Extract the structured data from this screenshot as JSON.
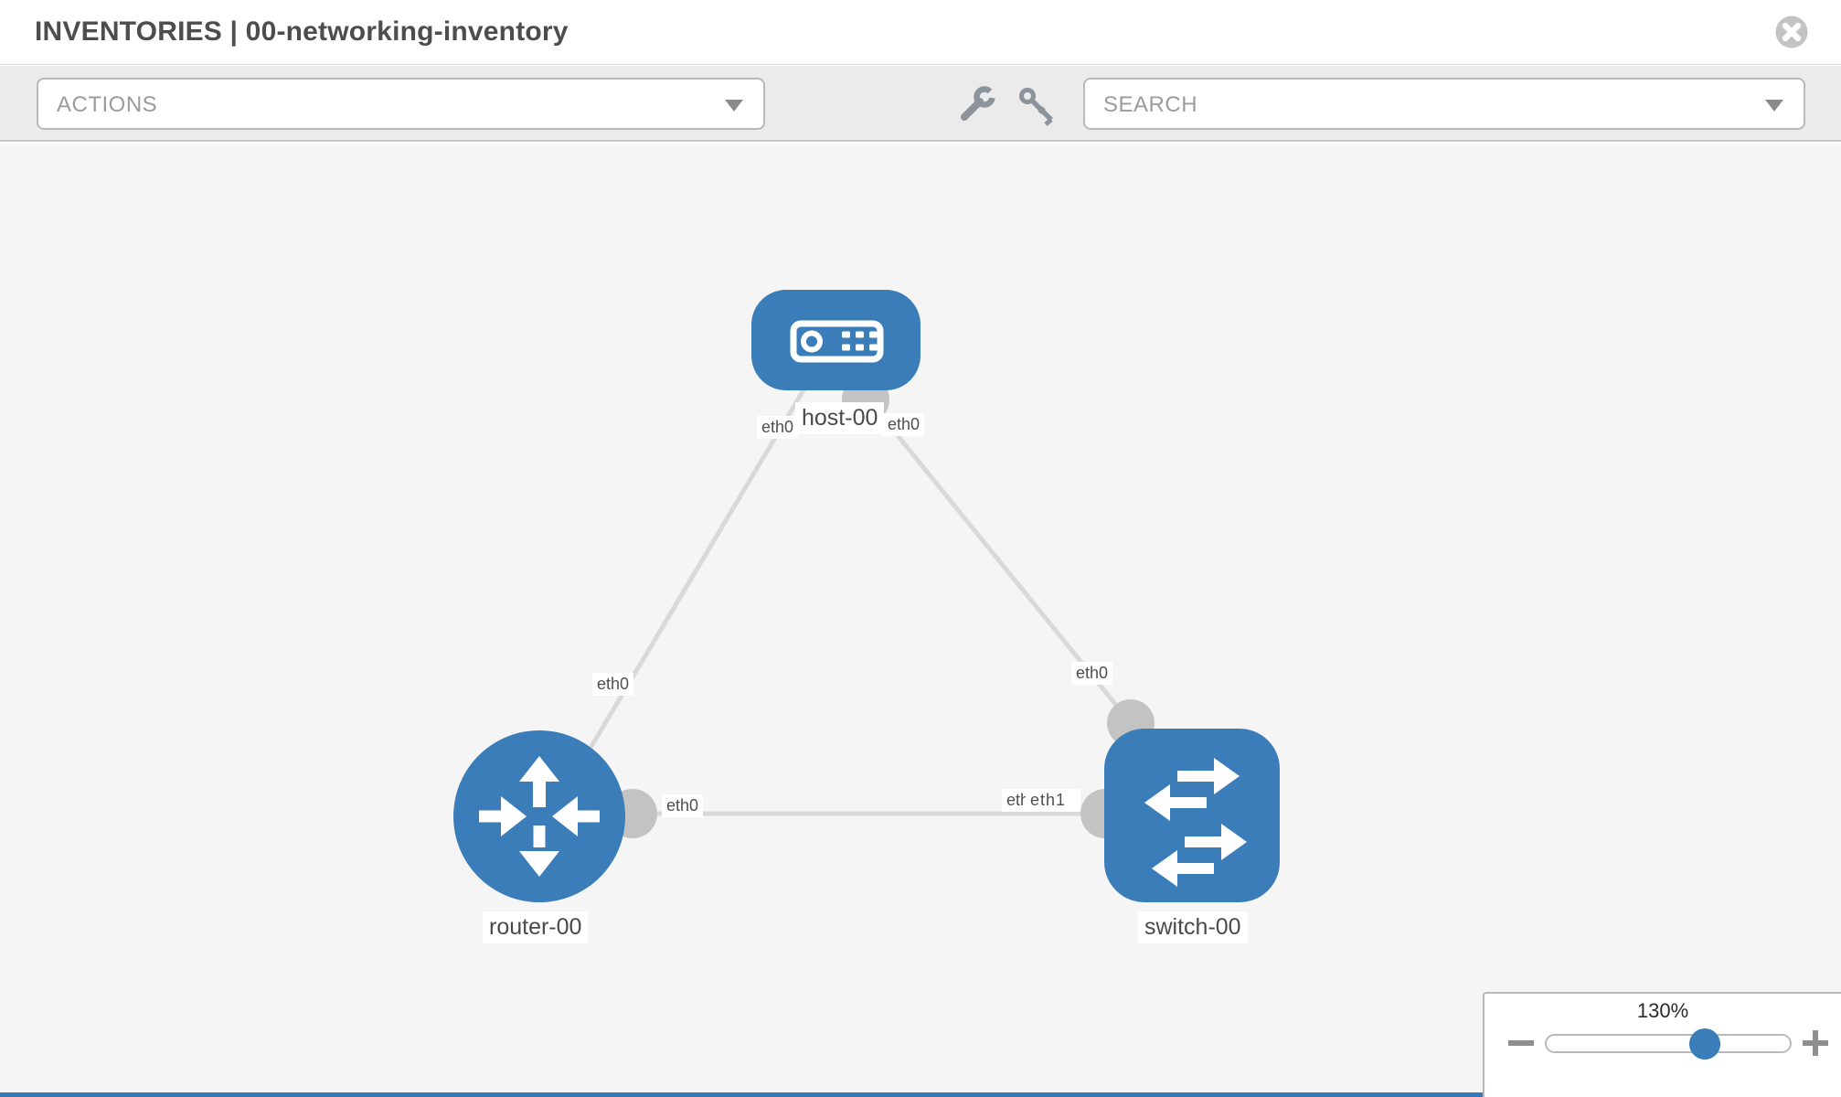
{
  "header": {
    "title": "INVENTORIES | 00-networking-inventory"
  },
  "toolbar": {
    "actions_label": "ACTIONS",
    "search_label": "SEARCH",
    "icons": [
      "wrench-icon",
      "key-icon"
    ]
  },
  "diagram": {
    "nodes": [
      {
        "label": "host-00",
        "type": "host"
      },
      {
        "label": "router-00",
        "type": "router"
      },
      {
        "label": "switch-00",
        "type": "switch"
      }
    ],
    "links": [
      {
        "from": "host-00",
        "to": "router-00",
        "from_if": "eth0",
        "to_if": "eth0"
      },
      {
        "from": "host-00",
        "to": "switch-00",
        "from_if": "eth0",
        "to_if": "eth0"
      },
      {
        "from": "router-00",
        "to": "switch-00",
        "from_if": "eth0",
        "to_if": "eth1"
      }
    ],
    "overlap_ghost_if": "eth0"
  },
  "zoom_control": {
    "value": "130%",
    "percent_position": 65
  },
  "colors": {
    "node_blue": "#3a7db9",
    "accent_blue": "#337ab7",
    "link_gray": "#d9d9d9",
    "dot_gray": "#c3c3c3",
    "toolbar_bg": "#ebebeb",
    "canvas_bg": "#f5f5f5"
  }
}
